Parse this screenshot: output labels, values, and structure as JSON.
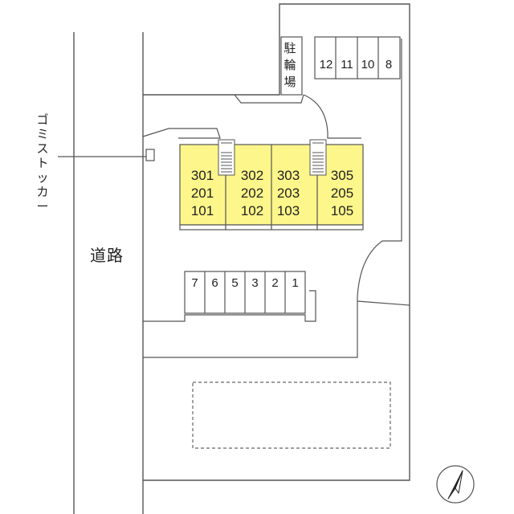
{
  "labels": {
    "bike_parking": "駐輪場",
    "garbage_stocker": "ゴミストッカー",
    "road": "道路"
  },
  "parking_top": [
    "12",
    "11",
    "10",
    "8"
  ],
  "parking_mid": [
    "7",
    "6",
    "5",
    "3",
    "2",
    "1"
  ],
  "units": [
    {
      "rooms": [
        "301",
        "201",
        "101"
      ]
    },
    {
      "rooms": [
        "302",
        "202",
        "102"
      ]
    },
    {
      "rooms": [
        "303",
        "203",
        "103"
      ]
    },
    {
      "rooms": [
        "305",
        "205",
        "105"
      ]
    }
  ],
  "colors": {
    "building_fill": "#fdf68a",
    "line": "#555555"
  }
}
